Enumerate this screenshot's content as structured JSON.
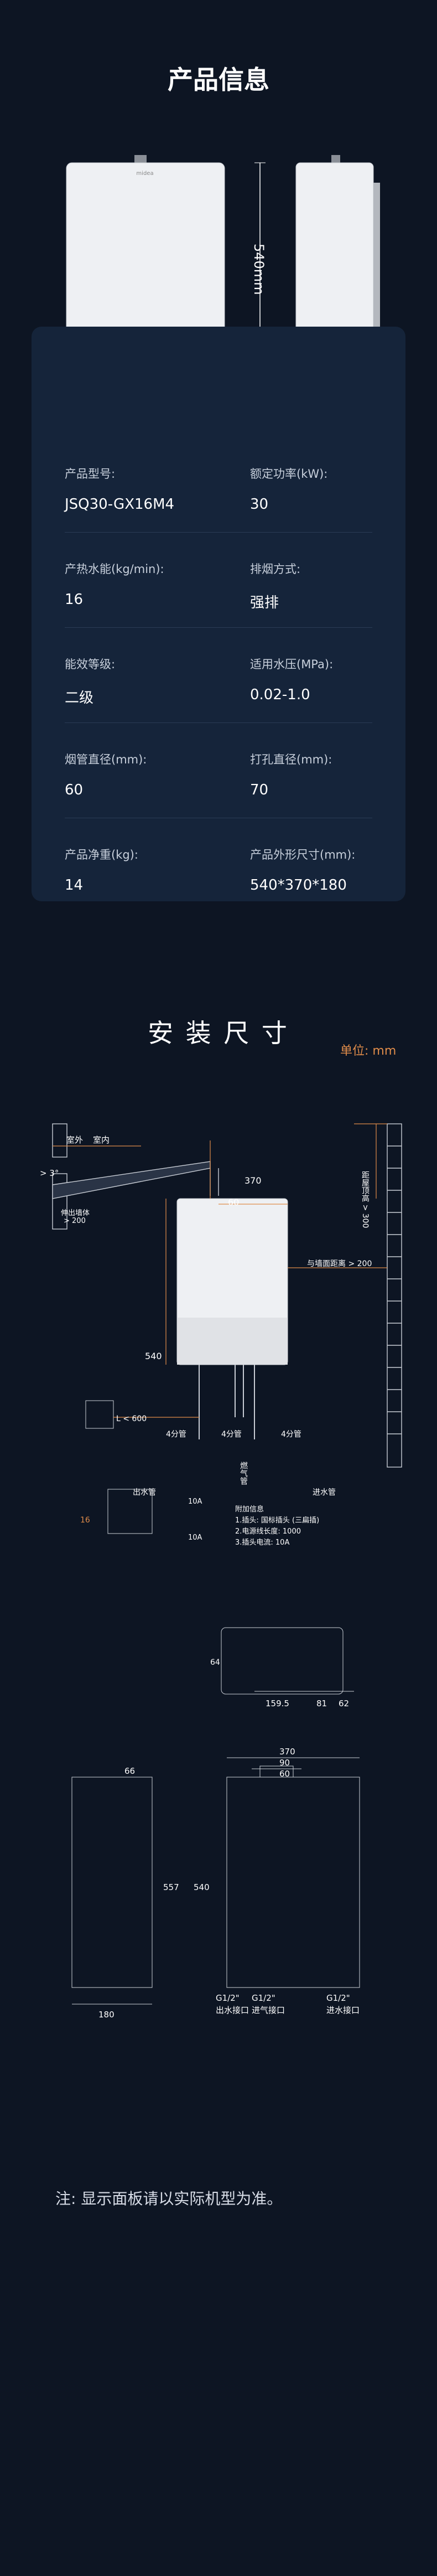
{
  "header": {
    "title": "产品信息"
  },
  "product_dims": {
    "height": "540mm",
    "width": "370mm",
    "depth": "180mm",
    "brand": "midea"
  },
  "specs": [
    [
      {
        "label": "产品型号:",
        "value": "JSQ30-GX16M4"
      },
      {
        "label": "额定功率(kW):",
        "value": "30"
      }
    ],
    [
      {
        "label": "产热水能(kg/min):",
        "value": "16"
      },
      {
        "label": "排烟方式:",
        "value": "强排"
      }
    ],
    [
      {
        "label": "能效等级:",
        "value": "二级"
      },
      {
        "label": "适用水压(MPa):",
        "value": "0.02-1.0"
      }
    ],
    [
      {
        "label": "烟管直径(mm):",
        "value": "60"
      },
      {
        "label": "打孔直径(mm):",
        "value": "70"
      }
    ],
    [
      {
        "label": "产品净重(kg):",
        "value": "14"
      },
      {
        "label": "产品外形尺寸(mm):",
        "value": "540*370*180"
      }
    ]
  ],
  "install": {
    "title": "安 装 尺 寸",
    "unit": "单位: mm",
    "labels": {
      "outdoor": "室外",
      "indoor": "室内",
      "angle": "> 3°",
      "extend": "伸出墙体",
      "extend_val": "> 200",
      "ceiling": "距屋顶高 > 300",
      "w370": "370",
      "w60": "60",
      "h540": "540",
      "side": "与墙面距离 > 200",
      "l600": "L < 600",
      "pipe1": "4分管",
      "pipe2": "4分管",
      "pipe3": "4分管",
      "gas": "燃气管",
      "outlet": "出水管",
      "inlet": "进水管",
      "socket_16": "16",
      "socket_10a_1": "10A",
      "socket_10a_2": "10A",
      "info_title": "附加信息",
      "info_1": "1.插头: 国标插头 (三扁插)",
      "info_2": "2.电源线长度: 1000",
      "info_3": "3.插头电流: 10A"
    },
    "bottom": {
      "h64": "64",
      "d159": "159.5",
      "d81": "81",
      "d62": "62"
    },
    "front": {
      "w370": "370",
      "w90": "90",
      "w60": "60",
      "h540": "540",
      "g1": "G1/2\"",
      "g1_label": "出水接口",
      "g2": "G1/2\"",
      "g2_label": "进气接口",
      "g3": "G1/2\"",
      "g3_label": "进水接口"
    },
    "side": {
      "d66": "66",
      "h557": "557",
      "w180": "180"
    },
    "note": "注: 显示面板请以实际机型为准。"
  }
}
